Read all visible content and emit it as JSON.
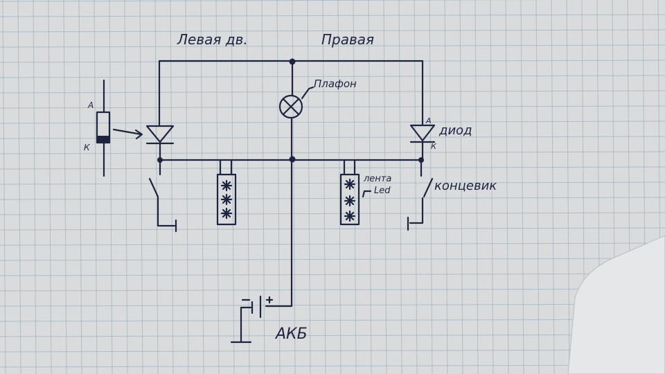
{
  "labels": {
    "left_door": "Левая дв.",
    "right_door": "Правая",
    "lamp": "Плафон",
    "diode_anode_left": "А",
    "diode_cathode_left": "К",
    "diode_anode_right": "А",
    "diode_cathode_right": "К",
    "diode": "диод",
    "led_strip_line1": "лента",
    "led_strip_line2": "Led",
    "door_switch": "концевик",
    "battery": "АКБ",
    "plus": "+",
    "minus": "-"
  },
  "colors": {
    "paper": "#d9dbdc",
    "grid": "#8fa8b8",
    "ink": "#1e2440"
  }
}
